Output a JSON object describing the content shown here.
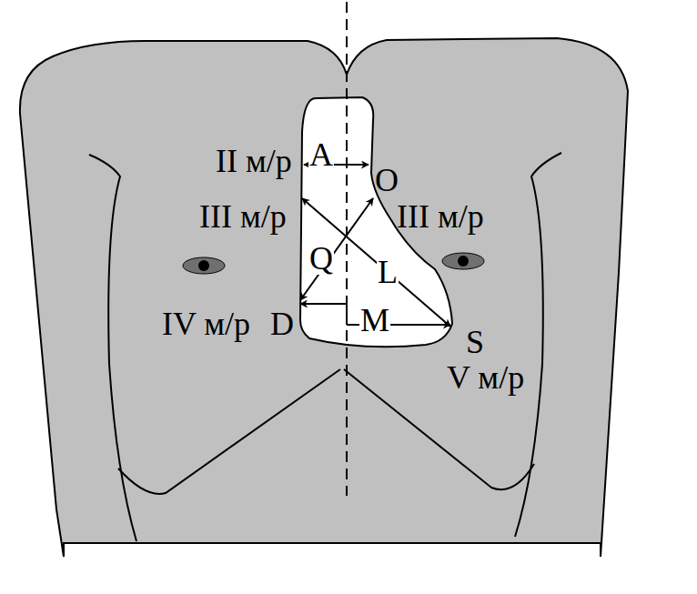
{
  "diagram": {
    "labels": [
      "II м/р",
      "A",
      "O",
      "III м/р",
      "III м/р",
      "Q",
      "L",
      "IV м/р",
      "D",
      "M",
      "S",
      "V м/р"
    ]
  }
}
